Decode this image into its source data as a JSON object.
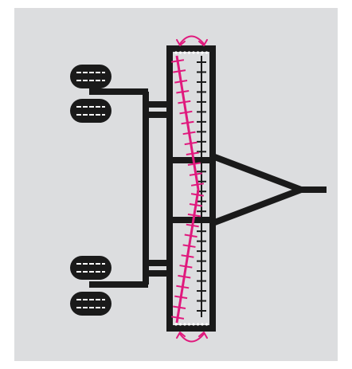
{
  "diagram": {
    "background_color": "#dcdddf",
    "frame_color": "#1a1a1a",
    "accent_color": "#e0197d",
    "tire_tread_color": "#ffffff",
    "icons": {
      "top_arrow": "double-arrow-curved-icon",
      "bottom_arrow": "double-arrow-curved-icon",
      "tire": "tire-icon"
    },
    "tires": {
      "left_front_count": 2,
      "left_rear_count": 2
    },
    "ticks": {
      "black_count": 26,
      "magenta_count": 26
    }
  }
}
